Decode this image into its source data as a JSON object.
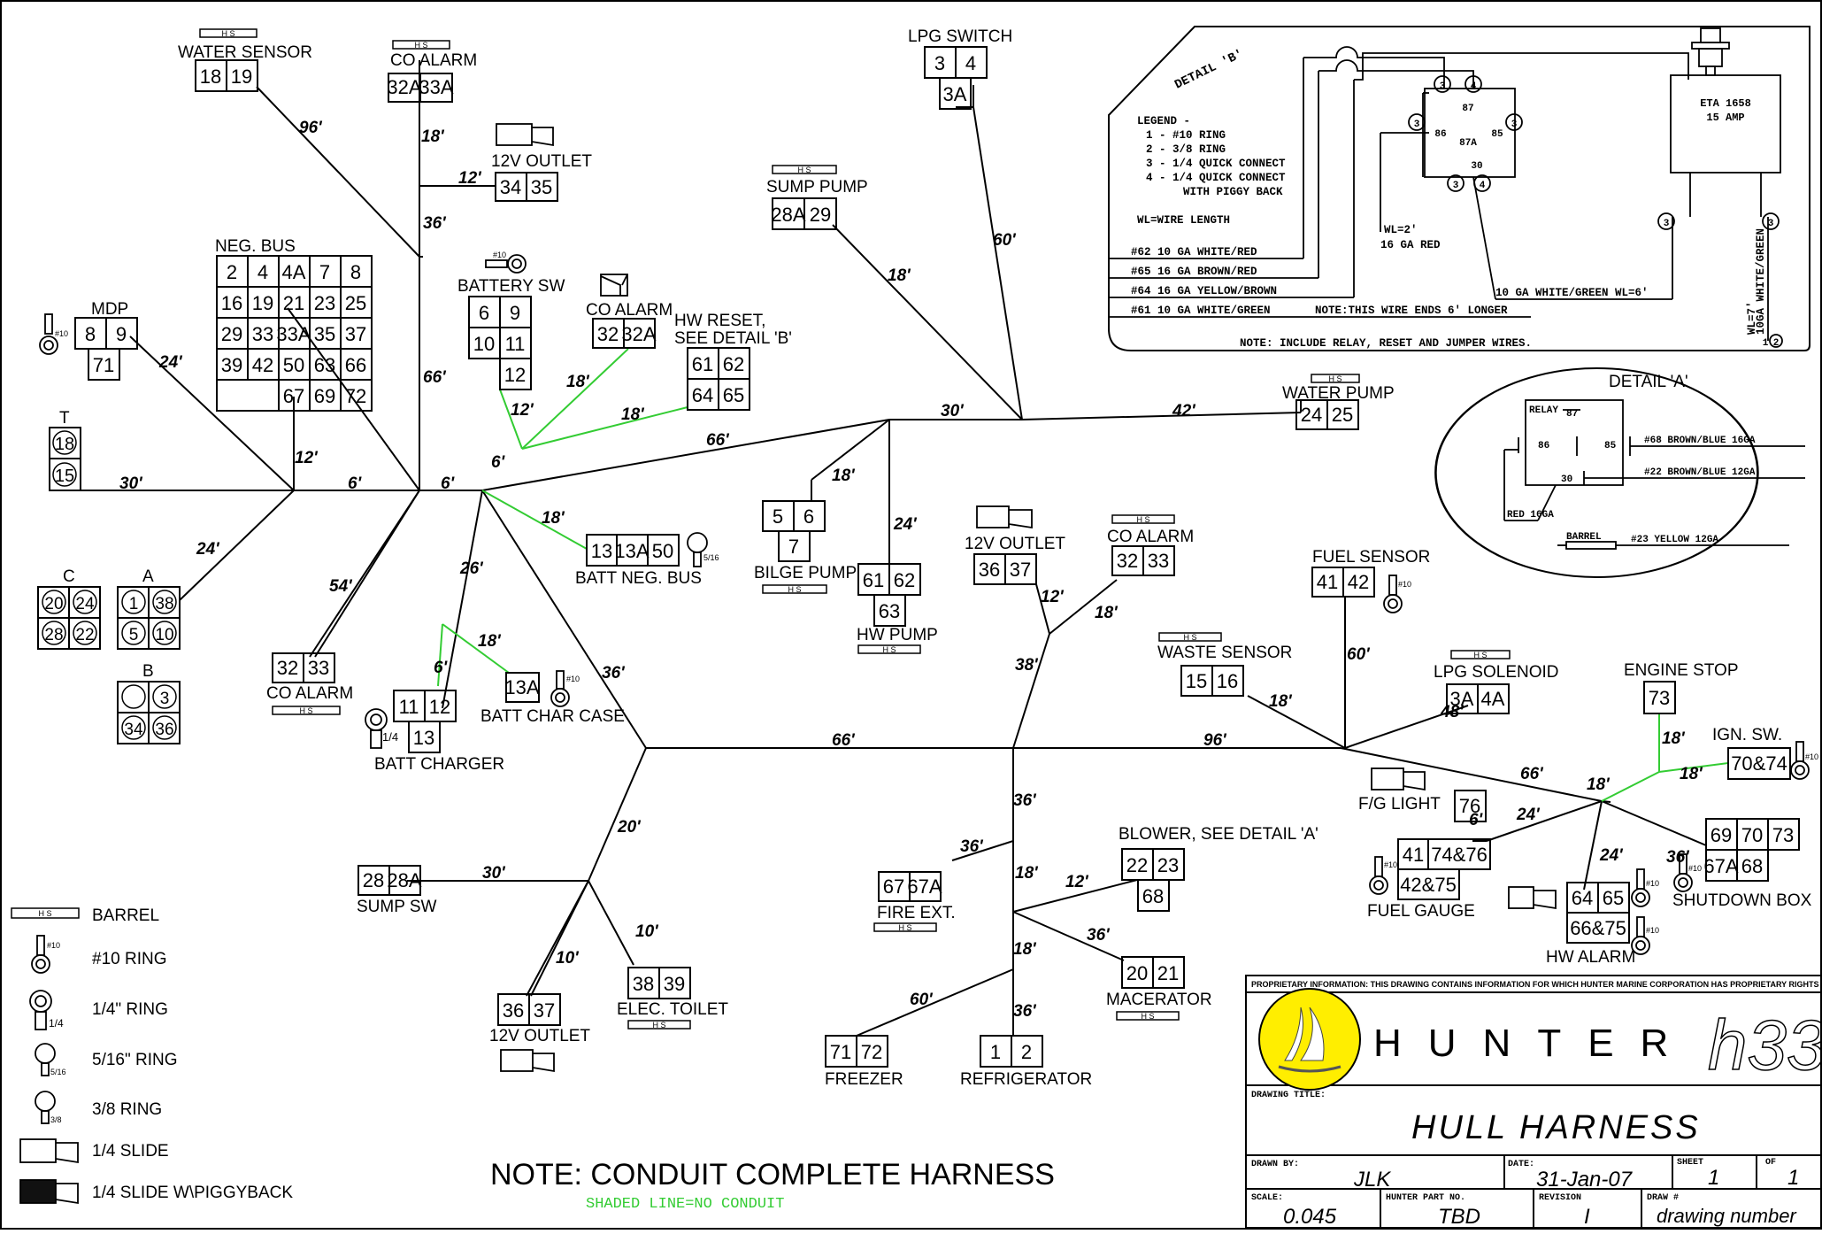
{
  "components": {
    "water_sensor": {
      "label": "WATER SENSOR",
      "pins": [
        "18",
        "19"
      ]
    },
    "co_alarm_top": {
      "label": "CO ALARM",
      "pins": [
        "32A",
        "33A"
      ]
    },
    "outlet_12v_top": {
      "label": "12V OUTLET",
      "pins": [
        "34",
        "35"
      ]
    },
    "neg_bus": {
      "label": "NEG. BUS",
      "rows": [
        [
          "2",
          "4",
          "4A",
          "7",
          "8"
        ],
        [
          "16",
          "19",
          "21",
          "23",
          "25"
        ],
        [
          "29",
          "33",
          "33A",
          "35",
          "37"
        ],
        [
          "39",
          "42",
          "50",
          "63",
          "66"
        ],
        [
          "",
          "",
          "67",
          "69",
          "72"
        ]
      ]
    },
    "mdp": {
      "label": "MDP",
      "pins": [
        "8",
        "9"
      ],
      "sub": "71"
    },
    "t": {
      "label": "T",
      "pins": [
        "18",
        "15"
      ]
    },
    "battery_sw": {
      "label": "BATTERY SW",
      "pins": [
        "6",
        "9",
        "10",
        "11",
        "12"
      ]
    },
    "co_alarm_mid": {
      "label": "CO ALARM",
      "pins": [
        "32",
        "32A"
      ]
    },
    "hw_reset": {
      "label": "HW RESET,",
      "label2": "SEE DETAIL 'B'",
      "pins": [
        "61",
        "62",
        "64",
        "65"
      ]
    },
    "sump_pump": {
      "label": "SUMP PUMP",
      "pins": [
        "28A",
        "29"
      ]
    },
    "lpg_switch": {
      "label": "LPG SWITCH",
      "pins": [
        "3",
        "4"
      ],
      "sub": "3A"
    },
    "water_pump": {
      "label": "WATER PUMP",
      "pins": [
        "24",
        "25"
      ]
    },
    "c": {
      "label": "C",
      "pins": [
        "20",
        "24",
        "28",
        "22"
      ]
    },
    "a": {
      "label": "A",
      "pins": [
        "1",
        "38",
        "5",
        "10"
      ]
    },
    "b": {
      "label": "B",
      "pins": [
        "",
        "3",
        "34",
        "36"
      ]
    },
    "co_alarm_left": {
      "label": "CO ALARM",
      "pins": [
        "32",
        "33"
      ]
    },
    "batt_charger": {
      "label": "BATT CHARGER",
      "pins": [
        "11",
        "12",
        "13"
      ]
    },
    "batt_char_case": {
      "label": "BATT CHAR CASE",
      "pins": [
        "13A"
      ]
    },
    "batt_neg_bus": {
      "label": "BATT NEG. BUS",
      "pins": [
        "13",
        "13A",
        "50"
      ]
    },
    "bilge_pump": {
      "label": "BILGE PUMP",
      "pins": [
        "5",
        "6",
        "7"
      ]
    },
    "hw_pump": {
      "label": "HW PUMP",
      "pins": [
        "61",
        "62",
        "63"
      ]
    },
    "outlet_12v_mid": {
      "label": "12V OUTLET",
      "pins": [
        "36",
        "37"
      ]
    },
    "co_alarm_right": {
      "label": "CO ALARM",
      "pins": [
        "32",
        "33"
      ]
    },
    "fuel_sensor": {
      "label": "FUEL SENSOR",
      "pins": [
        "41",
        "42"
      ]
    },
    "waste_sensor": {
      "label": "WASTE SENSOR",
      "pins": [
        "15",
        "16"
      ]
    },
    "lpg_solenoid": {
      "label": "LPG SOLENOID",
      "pins": [
        "3A",
        "4A"
      ]
    },
    "engine_stop": {
      "label": "ENGINE STOP",
      "pins": [
        "73"
      ]
    },
    "ign_sw": {
      "label": "IGN. SW.",
      "pins": [
        "70&74"
      ]
    },
    "fg_light": {
      "label": "F/G LIGHT",
      "pins": [
        "76"
      ]
    },
    "fuel_gauge": {
      "label": "FUEL GAUGE",
      "pins": [
        "41",
        "74&76",
        "42&75"
      ]
    },
    "hw_alarm": {
      "label": "HW ALARM",
      "pins": [
        "64",
        "65",
        "66&75"
      ]
    },
    "shutdown_box": {
      "label": "SHUTDOWN BOX",
      "pins": [
        "69",
        "70",
        "73",
        "67A",
        "68"
      ]
    },
    "sump_sw": {
      "label": "SUMP SW",
      "pins": [
        "28",
        "28A"
      ]
    },
    "outlet_12v_bottom": {
      "label": "12V OUTLET",
      "pins": [
        "36",
        "37"
      ]
    },
    "elec_toilet": {
      "label": "ELEC. TOILET",
      "pins": [
        "38",
        "39"
      ]
    },
    "fire_ext": {
      "label": "FIRE EXT.",
      "pins": [
        "67",
        "67A"
      ]
    },
    "blower": {
      "label": "BLOWER, SEE DETAIL 'A'",
      "pins": [
        "22",
        "23",
        "68"
      ]
    },
    "macerator": {
      "label": "MACERATOR",
      "pins": [
        "20",
        "21"
      ]
    },
    "freezer": {
      "label": "FREEZER",
      "pins": [
        "71",
        "72"
      ]
    },
    "refrigerator": {
      "label": "REFRIGERATOR",
      "pins": [
        "1",
        "2"
      ]
    }
  },
  "wire_lengths": {
    "w96": "96'",
    "w18a": "18'",
    "w12a": "12'",
    "w36a": "36'",
    "w66a": "66'",
    "w24a": "24'",
    "w12b": "12'",
    "w30a": "30'",
    "w6a": "6'",
    "w6b": "6'",
    "w24b": "24'",
    "w54": "54'",
    "w26": "26'",
    "w6c": "6'",
    "w18b": "18'",
    "w36b": "36'",
    "w18c": "18'",
    "w12c": "12'",
    "w18d": "18'",
    "w6d": "6'",
    "w18e": "18'",
    "w66b": "66'",
    "w18f": "18'",
    "w24c": "24'",
    "w18g": "18'",
    "w60a": "60'",
    "w30b": "30'",
    "w42": "42'",
    "w38": "38'",
    "w12d": "12'",
    "w18h": "18'",
    "w66c": "66'",
    "w96b": "96'",
    "w60b": "60'",
    "w18i": "18'",
    "w48": "48'",
    "w18j": "18'",
    "w18k": "18'",
    "w66d": "66'",
    "w18l": "18'",
    "w6e": "6'",
    "w24d": "24'",
    "w24e": "24'",
    "w36c": "36'",
    "w20": "20'",
    "w30c": "30'",
    "w10a": "10'",
    "w10b": "10'",
    "w36d": "36'",
    "w36e": "36'",
    "w18m": "18'",
    "w12e": "12'",
    "w36f": "36'",
    "w18n": "18'",
    "w60c": "60'",
    "w36g": "36'"
  },
  "detail_b": {
    "title": "DETAIL 'B'",
    "legend_title": "LEGEND -",
    "legend": [
      "1 - #10 RING",
      "2 - 3/8 RING",
      "3 - 1/4 QUICK CONNECT",
      "4 - 1/4 QUICK CONNECT",
      "WITH PIGGY BACK"
    ],
    "wl_def": "WL=WIRE LENGTH",
    "wires": [
      "#62 10 GA WHITE/RED",
      "#65 16 GA BROWN/RED",
      "#64 16 GA YELLOW/BROWN",
      "#61 10 GA WHITE/GREEN"
    ],
    "wire_note": "NOTE:THIS WIRE ENDS 6' LONGER",
    "wl2_a": "WL=2'",
    "wl2_b": "16 GA RED",
    "wl_white_green": "10 GA WHITE/GREEN  WL=6'",
    "eta_a": "ETA 1658",
    "eta_b": "15 AMP",
    "vert_a": "WL=7'",
    "vert_b": "10GA WHITE/GREEN",
    "note": "NOTE: INCLUDE RELAY, RESET AND JUMPER WIRES.",
    "pin87": "87",
    "pin87a": "87A",
    "pin86": "86",
    "pin85": "85",
    "pin30": "30"
  },
  "detail_a": {
    "title": "DETAIL 'A'",
    "relay": "RELAY",
    "pin87": "87",
    "pin86": "86",
    "pin85": "85",
    "pin30": "30",
    "w68": "#68 BROWN/BLUE 16GA",
    "w22": "#22 BROWN/BLUE 12GA",
    "red": "RED 16GA",
    "barrel": "BARREL",
    "w23": "#23 YELLOW 12GA"
  },
  "legend": {
    "barrel": "BARREL",
    "ring10": "#10 RING",
    "ring14": "1/4\" RING",
    "ring516": "5/16\" RING",
    "ring38": "3/8 RING",
    "slide": "1/4 SLIDE",
    "slide_piggy": "1/4 SLIDE W\\PIGGYBACK"
  },
  "notes": {
    "main": "NOTE: CONDUIT COMPLETE HARNESS",
    "shaded": "SHADED LINE=NO CONDUIT"
  },
  "title_block": {
    "proprietary": "PROPRIETARY INFORMATION: THIS DRAWING CONTAINS INFORMATION FOR WHICH HUNTER MARINE CORPORATION HAS PROPRIETARY RIGHTS",
    "company": "HUNTER",
    "model": "h33",
    "drawing_title_label": "DRAWING TITLE:",
    "drawing_title": "HULL HARNESS",
    "drawn_by_label": "DRAWN BY:",
    "drawn_by": "JLK",
    "date_label": "DATE:",
    "date": "31-Jan-07",
    "sheet_label": "SHEET",
    "sheet": "1",
    "of_label": "OF",
    "of": "1",
    "scale_label": "SCALE:",
    "scale": "0.045",
    "part_label": "HUNTER PART NO.",
    "part": "TBD",
    "revision_label": "REVISION",
    "revision": "I",
    "draw_label": "DRAW #",
    "draw": "drawing number"
  },
  "small": {
    "hs": "H S",
    "r10": "#10",
    "r14": "1/4",
    "r516": "5/16",
    "r38": "3/8"
  },
  "colors": {
    "wire": "#000000",
    "no_conduit": "#33cc33",
    "logo_yellow": "#ffee00"
  }
}
